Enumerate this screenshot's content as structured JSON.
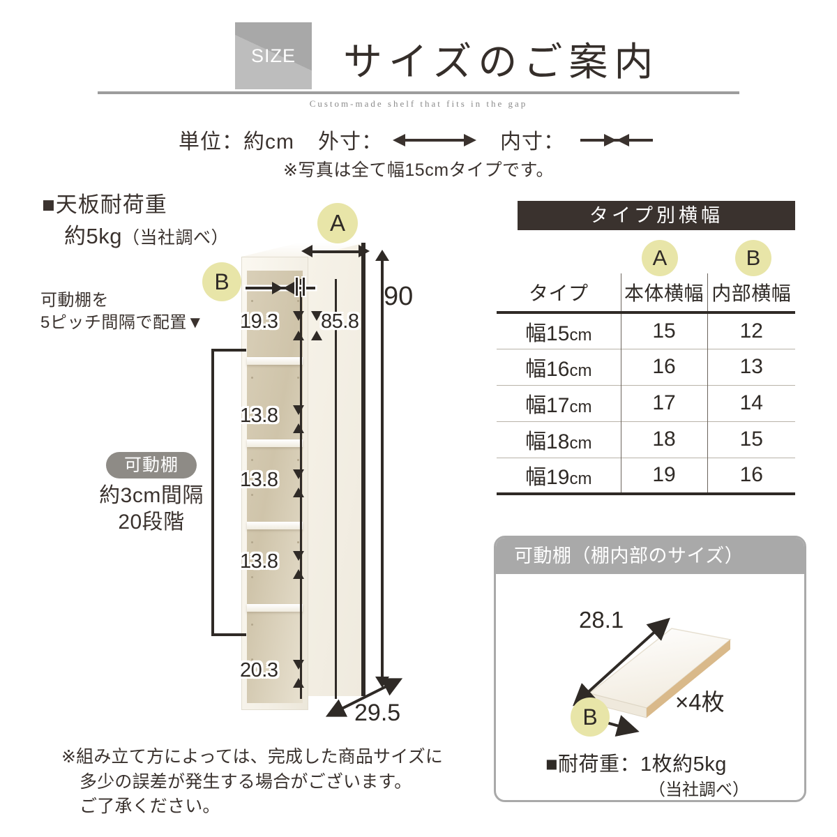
{
  "header": {
    "badge": "SIZE",
    "title": "サイズのご案内",
    "subtitle_en": "Custom-made shelf that fits in the gap"
  },
  "legend": {
    "unit_label": "単位：約cm",
    "outer_label": "外寸：",
    "inner_label": "内寸：",
    "photo_note": "※写真は全て幅15cmタイプです。"
  },
  "left": {
    "top_load_title": "■天板耐荷重",
    "top_load_value": "約5kg",
    "top_load_source": "（当社調べ）",
    "pitch_note_line1": "可動棚を",
    "pitch_note_line2": "5ピッチ間隔で配置▼",
    "shelf_pill": "可動棚",
    "shelf_pitch_line1": "約3cm間隔",
    "shelf_pitch_line2": "20段階",
    "disclaimer_line1": "※組み立て方によっては、完成した商品サイズに",
    "disclaimer_line2": "多少の誤差が発生する場合がございます。",
    "disclaimer_line3": "ご了承ください。"
  },
  "diagram": {
    "badge_a": "A",
    "badge_b": "B",
    "height": "90",
    "depth": "29.5",
    "inner_width": "19.3",
    "inner_height": "85.8",
    "compartments": [
      "13.8",
      "13.8",
      "13.8",
      "20.3"
    ]
  },
  "table": {
    "title": "タイプ別横幅",
    "badge_a": "A",
    "badge_b": "B",
    "headers": [
      "タイプ",
      "本体横幅",
      "内部横幅"
    ],
    "rows": [
      {
        "type": "幅15",
        "unit": "cm",
        "body": "15",
        "inner": "12"
      },
      {
        "type": "幅16",
        "unit": "cm",
        "body": "16",
        "inner": "13"
      },
      {
        "type": "幅17",
        "unit": "cm",
        "body": "17",
        "inner": "14"
      },
      {
        "type": "幅18",
        "unit": "cm",
        "body": "18",
        "inner": "15"
      },
      {
        "type": "幅19",
        "unit": "cm",
        "body": "19",
        "inner": "16"
      }
    ]
  },
  "panel": {
    "title": "可動棚（棚内部のサイズ）",
    "board_depth": "28.1",
    "quantity": "×4枚",
    "badge_b": "B",
    "load": "■耐荷重：1枚約5kg",
    "load_source": "（当社調べ）"
  },
  "colors": {
    "accent_yellow": "#e8e5a8",
    "dark_brown": "#3a322e",
    "gray": "#a9a9a9",
    "board_cream": "#f5f1e6"
  }
}
